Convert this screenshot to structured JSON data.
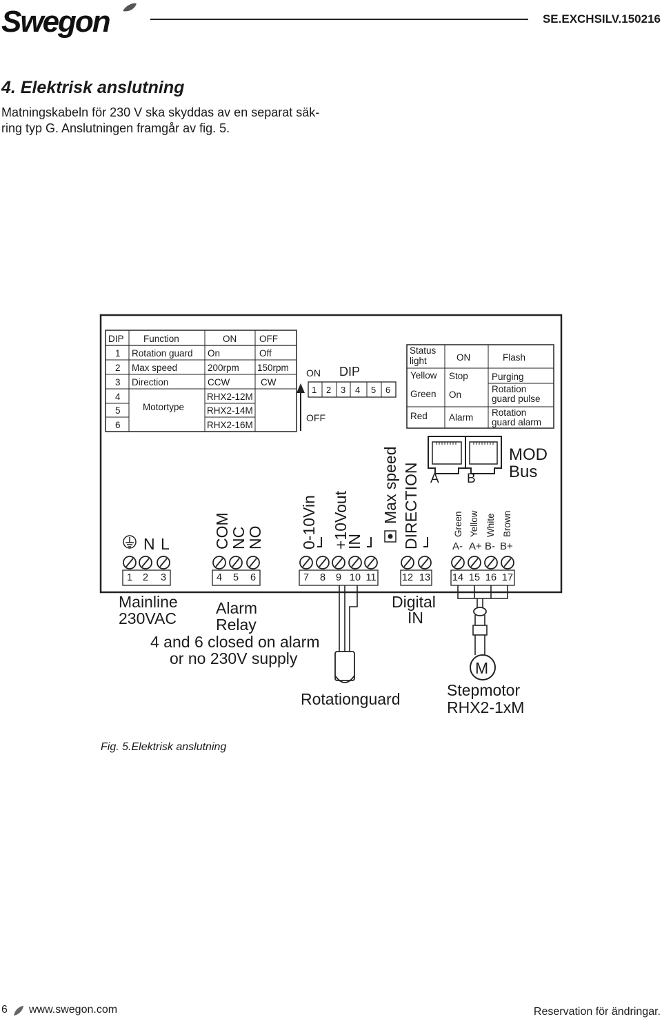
{
  "header": {
    "brand": "Swegon",
    "doc_code": "SE.EXCHSILV.150216"
  },
  "section": {
    "title": "4. Elektrisk anslutning",
    "paragraph": "Matningskabeln för 230 V ska skyddas av en separat säk-ring typ G. Anslutningen framgår av fig. 5."
  },
  "dip_table": {
    "headers": [
      "DIP",
      "Function",
      "ON",
      "OFF"
    ],
    "rows": [
      [
        "1",
        "Rotation guard",
        "On",
        "Off"
      ],
      [
        "2",
        "Max speed",
        "200rpm",
        "150rpm"
      ],
      [
        "3",
        "Direction",
        "CCW",
        "CW"
      ],
      [
        "4",
        "",
        "RHX2-12M",
        ""
      ],
      [
        "5",
        "",
        "RHX2-14M",
        ""
      ],
      [
        "6",
        "",
        "RHX2-16M",
        ""
      ]
    ],
    "motortype_label": "Motortype"
  },
  "dip_switch": {
    "title": "DIP",
    "on_label": "ON",
    "off_label": "OFF",
    "positions": [
      "1",
      "2",
      "3",
      "4",
      "5",
      "6"
    ]
  },
  "status_table": {
    "header_status": "Status",
    "header_light": "light",
    "header_on": "ON",
    "header_flash": "Flash",
    "rows": [
      {
        "color": "Yellow",
        "on": "Stop",
        "flash": "Purging"
      },
      {
        "color": "Green",
        "on": "On",
        "flash1": "Rotation",
        "flash2": "guard pulse"
      },
      {
        "color": "Red",
        "on": "Alarm",
        "flash1": "Rotation",
        "flash2": "guard alarm"
      }
    ]
  },
  "modbus": {
    "port_a": "A",
    "port_b": "B",
    "label1": "MOD",
    "label2": "Bus",
    "wire_colors": [
      "Green",
      "Yellow",
      "White",
      "Brown"
    ],
    "pins": [
      "A-",
      "A+",
      "B-",
      "B+"
    ]
  },
  "terminals": {
    "numbers": [
      "1",
      "2",
      "3",
      "4",
      "5",
      "6",
      "7",
      "8",
      "9",
      "10",
      "11",
      "12",
      "13",
      "14",
      "15",
      "16",
      "17"
    ],
    "power_labels": "N L",
    "relay_labels": [
      "COM",
      "NC",
      "NO"
    ],
    "analog_labels": [
      "0-10Vin",
      "+10Vout",
      "IN"
    ],
    "digital_labels": [
      "Max speed",
      "DIRECTION"
    ]
  },
  "labels": {
    "mainline1": "Mainline",
    "mainline2": "230VAC",
    "alarm1": "Alarm",
    "alarm2": "Relay",
    "alarm3": "4 and 6 closed on alarm",
    "alarm4": "or no 230V supply",
    "digital1": "Digital",
    "digital2": "IN",
    "rotationguard": "Rotationguard",
    "motor_symbol": "M",
    "stepmotor1": "Stepmotor",
    "stepmotor2": "RHX2-1xM"
  },
  "caption": "Fig. 5.Elektrisk anslutning",
  "footer": {
    "page": "6",
    "url": "www.swegon.com",
    "rights": "Reservation för ändringar."
  }
}
